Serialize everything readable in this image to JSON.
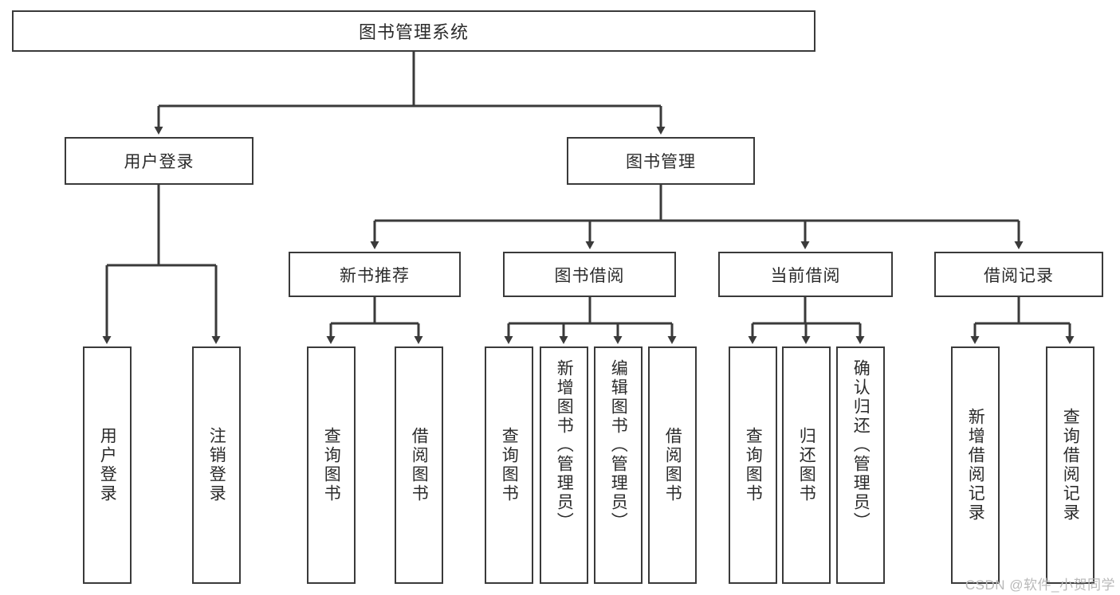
{
  "diagram": {
    "type": "tree",
    "title": "图书管理系统",
    "watermark": "CSDN @软件_小贺同学",
    "colors": {
      "box_border": "#3a3a3a",
      "box_fill": "#ffffff",
      "line": "#3a3a3a",
      "text": "#2b2b2b",
      "watermark": "#b9b9b9"
    },
    "levels": {
      "root": {
        "label": "图书管理系统"
      },
      "level1": [
        {
          "label": "用户登录"
        },
        {
          "label": "图书管理"
        }
      ],
      "level2": [
        {
          "label": "新书推荐"
        },
        {
          "label": "图书借阅"
        },
        {
          "label": "当前借阅"
        },
        {
          "label": "借阅记录"
        }
      ],
      "leaves": {
        "user_login": [
          {
            "label": "用户登录"
          },
          {
            "label": "注销登录"
          }
        ],
        "new_book": [
          {
            "label": "查询图书"
          },
          {
            "label": "借阅图书"
          }
        ],
        "borrow_book": [
          {
            "label": "查询图书"
          },
          {
            "label": "新增图书（管理员）"
          },
          {
            "label": "编辑图书（管理员）"
          },
          {
            "label": "借阅图书"
          }
        ],
        "current_borrow": [
          {
            "label": "查询图书"
          },
          {
            "label": "归还图书"
          },
          {
            "label": "确认归还（管理员）"
          }
        ],
        "borrow_record": [
          {
            "label": "新增借阅记录"
          },
          {
            "label": "查询借阅记录"
          }
        ]
      }
    }
  }
}
